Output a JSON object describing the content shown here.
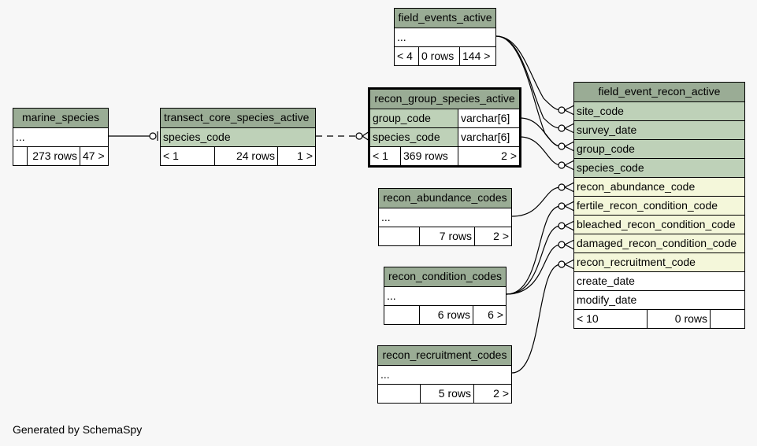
{
  "footer": "Generated by SchemaSpy",
  "tables": {
    "field_events_active": {
      "name": "field_events_active",
      "rows": [
        "..."
      ],
      "stats": [
        "< 4",
        "0 rows",
        "144 >"
      ]
    },
    "marine_species": {
      "name": "marine_species",
      "rows": [
        "..."
      ],
      "stats": [
        "",
        "273 rows",
        "47 >"
      ]
    },
    "transect_core_species_active": {
      "name": "transect_core_species_active",
      "rows": [
        "species_code"
      ],
      "stats": [
        "< 1",
        "24 rows",
        "1 >"
      ]
    },
    "recon_group_species_active": {
      "name": "recon_group_species_active",
      "columns": [
        {
          "name": "group_code",
          "type": "varchar[6]"
        },
        {
          "name": "species_code",
          "type": "varchar[6]"
        }
      ],
      "stats": [
        "< 1",
        "369 rows",
        "2 >"
      ]
    },
    "field_event_recon_active": {
      "name": "field_event_recon_active",
      "columns": [
        "site_code",
        "survey_date",
        "group_code",
        "species_code",
        "recon_abundance_code",
        "fertile_recon_condition_code",
        "bleached_recon_condition_code",
        "damaged_recon_condition_code",
        "recon_recruitment_code",
        "create_date",
        "modify_date"
      ],
      "stats": [
        "< 10",
        "0 rows",
        ""
      ]
    },
    "recon_abundance_codes": {
      "name": "recon_abundance_codes",
      "rows": [
        "..."
      ],
      "stats": [
        "",
        "7 rows",
        "2 >"
      ]
    },
    "recon_condition_codes": {
      "name": "recon_condition_codes",
      "rows": [
        "..."
      ],
      "stats": [
        "",
        "6 rows",
        "6 >"
      ]
    },
    "recon_recruitment_codes": {
      "name": "recon_recruitment_codes",
      "rows": [
        "..."
      ],
      "stats": [
        "",
        "5 rows",
        "2 >"
      ]
    }
  }
}
